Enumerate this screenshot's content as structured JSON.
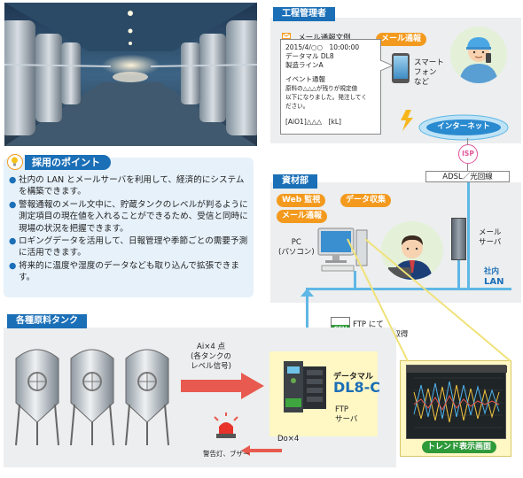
{
  "process_manager": {
    "title": "工程管理者",
    "mail_badge": "メール通報",
    "mail_sample_label": "メール通報文例",
    "mail_lines": [
      "2015/4/○○　10:00:00",
      "データマル DL8",
      "製造ラインA",
      "",
      "イベント通報",
      "原料の△△△が残りが規定値",
      "以下になりました。発注してく",
      "ださい。",
      "",
      "[AiO1]△△△　[kL]"
    ],
    "smartphone_label": [
      "スマート",
      "フォン",
      "など"
    ]
  },
  "network": {
    "internet_label": "インターネット",
    "isp_label": "ISP",
    "line_label": "ADSL／光回線",
    "lan_label": [
      "社内",
      "LAN"
    ]
  },
  "points": {
    "title": "採用のポイント",
    "items": [
      "社内の LAN とメールサーバを利用して、経済的にシステムを構築できます。",
      "警報通報のメール文中に、貯蔵タンクのレベルが判るように測定項目の現在値を入れることができるため、受信と同時に現場の状況を把握できます。",
      "ロギングデータを活用して、日報管理や季節ごとの需要予測に活用できます。",
      "将来的に温度や湿度のデータなども取り込んで拡張できます。"
    ]
  },
  "materials_dept": {
    "title": "資材部",
    "badges": [
      "Web 監視",
      "データ収集",
      "メール通報"
    ],
    "pc_label": [
      "PC",
      "(パソコン)"
    ],
    "mail_server_label": [
      "メール",
      "サーバ"
    ]
  },
  "ftp": {
    "label": [
      "FTP にて",
      "CSV データ取得"
    ],
    "csv_icon": "CSV"
  },
  "tanks": {
    "title": "各種原料タンク",
    "input_label": [
      "Ai×4 点",
      "(各タンクの",
      "レベル信号)"
    ],
    "output_label": "Do×4",
    "alarm_label": "警告灯、ブザー"
  },
  "datamaru": {
    "label": "データマル",
    "model": "DL8-C",
    "server_label": [
      "FTP",
      "サーバ"
    ]
  },
  "trend": {
    "caption": "トレンド表示画面"
  },
  "colors": {
    "brand_blue": "#1b6fb7",
    "accent_orange": "#f39a1e",
    "arrow_red": "#e85a4f",
    "lan_blue": "#5fb7e6",
    "note_yellow": "#fff7c4",
    "trend_green": "#2e9a3a"
  }
}
